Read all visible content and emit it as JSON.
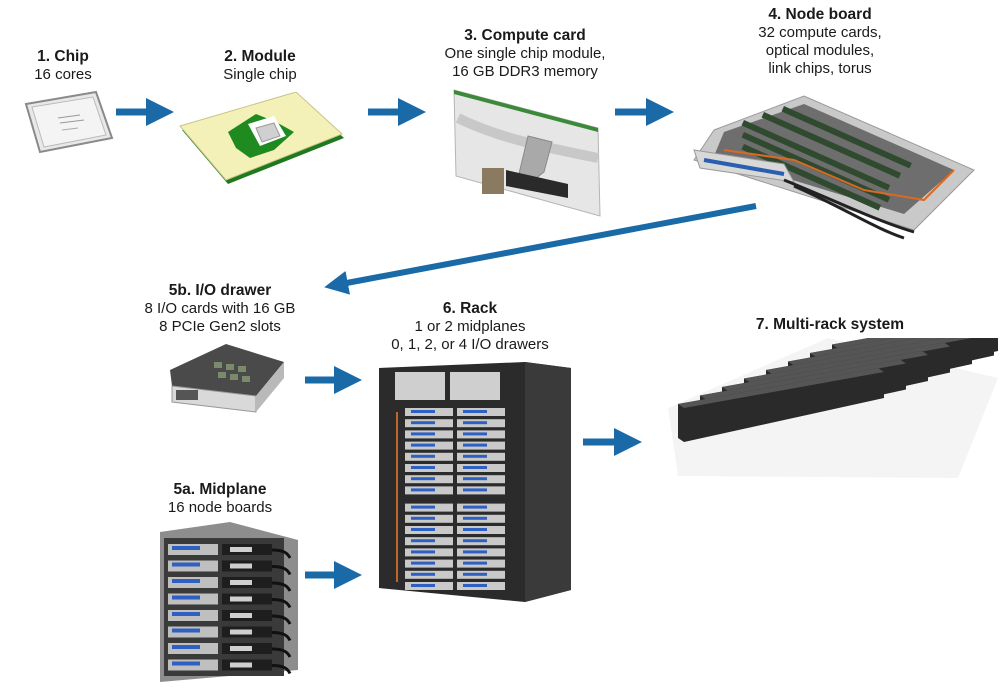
{
  "diagram": {
    "arrow_color": "#1a6aa8",
    "steps": [
      {
        "id": "chip",
        "title": "1. Chip",
        "lines": [
          "16 cores"
        ]
      },
      {
        "id": "module",
        "title": "2. Module",
        "lines": [
          "Single chip"
        ]
      },
      {
        "id": "compute-card",
        "title": "3. Compute card",
        "lines": [
          "One single chip module,",
          "16 GB DDR3 memory"
        ]
      },
      {
        "id": "node-board",
        "title": "4. Node board",
        "lines": [
          "32 compute cards,",
          "optical modules,",
          "link chips, torus"
        ]
      },
      {
        "id": "io-drawer",
        "title": "5b. I/O drawer",
        "lines": [
          "8 I/O cards with 16 GB",
          "8 PCIe Gen2 slots"
        ]
      },
      {
        "id": "midplane",
        "title": "5a. Midplane",
        "lines": [
          "16 node boards"
        ]
      },
      {
        "id": "rack",
        "title": "6. Rack",
        "lines": [
          "1 or 2 midplanes",
          "0, 1, 2, or 4 I/O drawers"
        ]
      },
      {
        "id": "multi-rack",
        "title": "7. Multi-rack system",
        "lines": []
      }
    ],
    "flow": [
      [
        "chip",
        "module"
      ],
      [
        "module",
        "compute-card"
      ],
      [
        "compute-card",
        "node-board"
      ],
      [
        "node-board",
        "io-drawer"
      ],
      [
        "io-drawer",
        "rack"
      ],
      [
        "midplane",
        "rack"
      ],
      [
        "rack",
        "multi-rack"
      ]
    ]
  }
}
